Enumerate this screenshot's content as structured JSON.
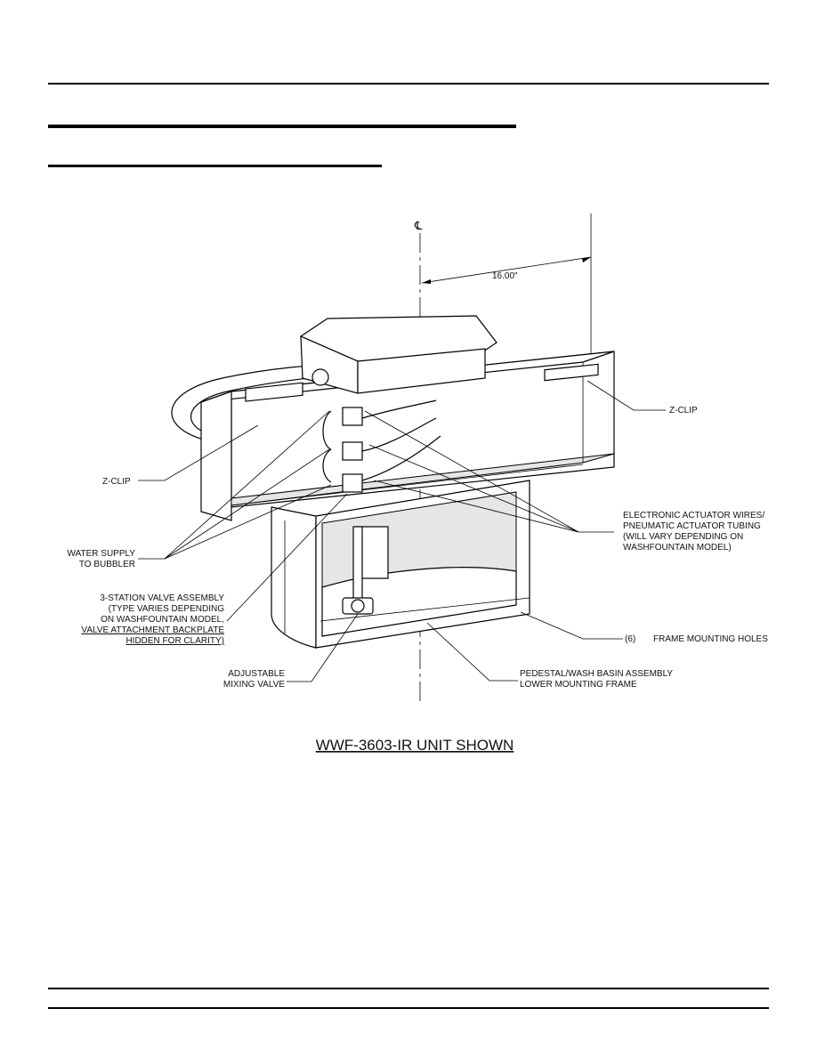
{
  "diagram": {
    "centerline_symbol": "℄",
    "dimension": "16.00\"",
    "labels": {
      "z_clip_right": "Z-CLIP",
      "z_clip_left": "Z-CLIP",
      "electronic_actuator": [
        "ELECTRONIC ACTUATOR WIRES/",
        "PNEUMATIC ACTUATOR TUBING",
        "(WILL VARY DEPENDING ON",
        "WASHFOUNTAIN MODEL)"
      ],
      "water_supply": [
        "WATER SUPPLY",
        "TO BUBBLER"
      ],
      "valve_assembly": [
        "3-STATION VALVE ASSEMBLY",
        "(TYPE VARIES DEPENDING",
        "ON WASHFOUNTAIN MODEL,",
        "VALVE ATTACHMENT BACKPLATE",
        "HIDDEN FOR CLARITY)"
      ],
      "frame_holes_count": "(6)",
      "frame_holes": "FRAME MOUNTING HOLES",
      "mixing_valve": [
        "ADJUSTABLE",
        "MIXING VALVE"
      ],
      "pedestal": [
        "PEDESTAL/WASH BASIN ASSEMBLY",
        "LOWER MOUNTING FRAME"
      ]
    },
    "caption": "WWF-3603-IR UNIT SHOWN"
  }
}
